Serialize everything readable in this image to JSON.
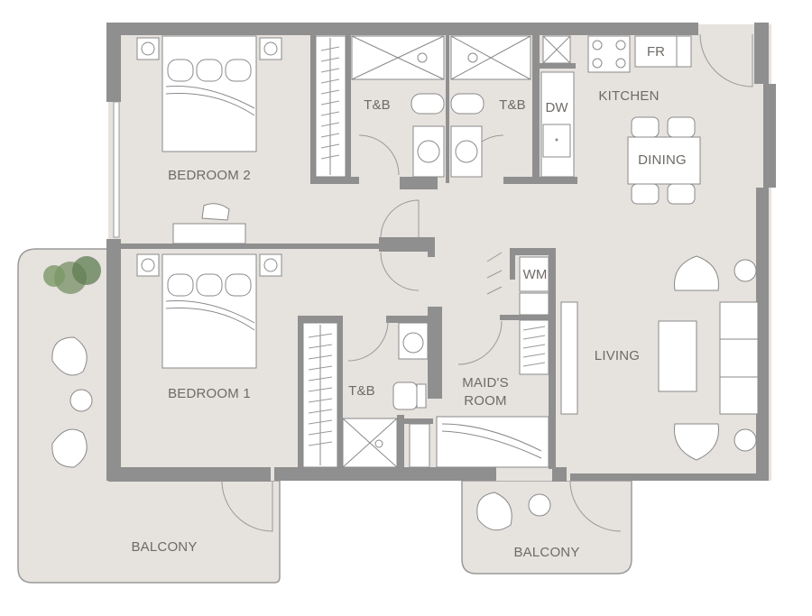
{
  "rooms": {
    "bedroom2": "BEDROOM 2",
    "bedroom1": "BEDROOM 1",
    "tb_left": "T&B",
    "tb_right": "T&B",
    "tb_lower": "T&B",
    "kitchen": "KITCHEN",
    "dining": "DINING",
    "living": "LIVING",
    "maids_room_line1": "MAID'S",
    "maids_room_line2": "ROOM",
    "balcony_left": "BALCONY",
    "balcony_right": "BALCONY"
  },
  "fixtures": {
    "fridge": "FR",
    "dishwasher": "DW",
    "washing_machine": "WM"
  },
  "colors": {
    "floor": "#e6e2de",
    "wall": "#8f8f8f",
    "background": "#ffffff",
    "text": "#6e6a66"
  }
}
